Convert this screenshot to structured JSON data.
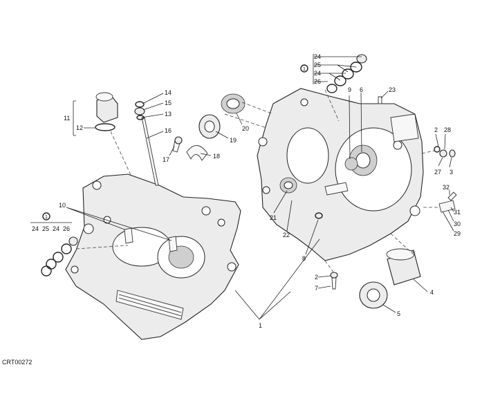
{
  "document_code": "CRT00272",
  "callouts": {
    "c1": "1",
    "c2a": "2",
    "c2b": "2",
    "c3": "3",
    "c4": "4",
    "c5": "5",
    "c6": "6",
    "c7": "7",
    "c8": "8",
    "c9": "9",
    "c10": "10",
    "c11": "11",
    "c12": "12",
    "c13": "13",
    "c14": "14",
    "c15": "15",
    "c16": "16",
    "c17": "17",
    "c18": "18",
    "c19": "19",
    "c20": "20",
    "c21": "21",
    "c22": "22",
    "c23": "23",
    "c24a": "24",
    "c25a": "25",
    "c24b": "24",
    "c26a": "26",
    "c24c": "24",
    "c25b": "25",
    "c24d": "24",
    "c26b": "26",
    "c27": "27",
    "c28": "28",
    "c29": "29",
    "c30": "30",
    "c31": "31",
    "c32": "32"
  },
  "kit_symbols": {
    "kit_top": "1",
    "kit_left": "1"
  }
}
